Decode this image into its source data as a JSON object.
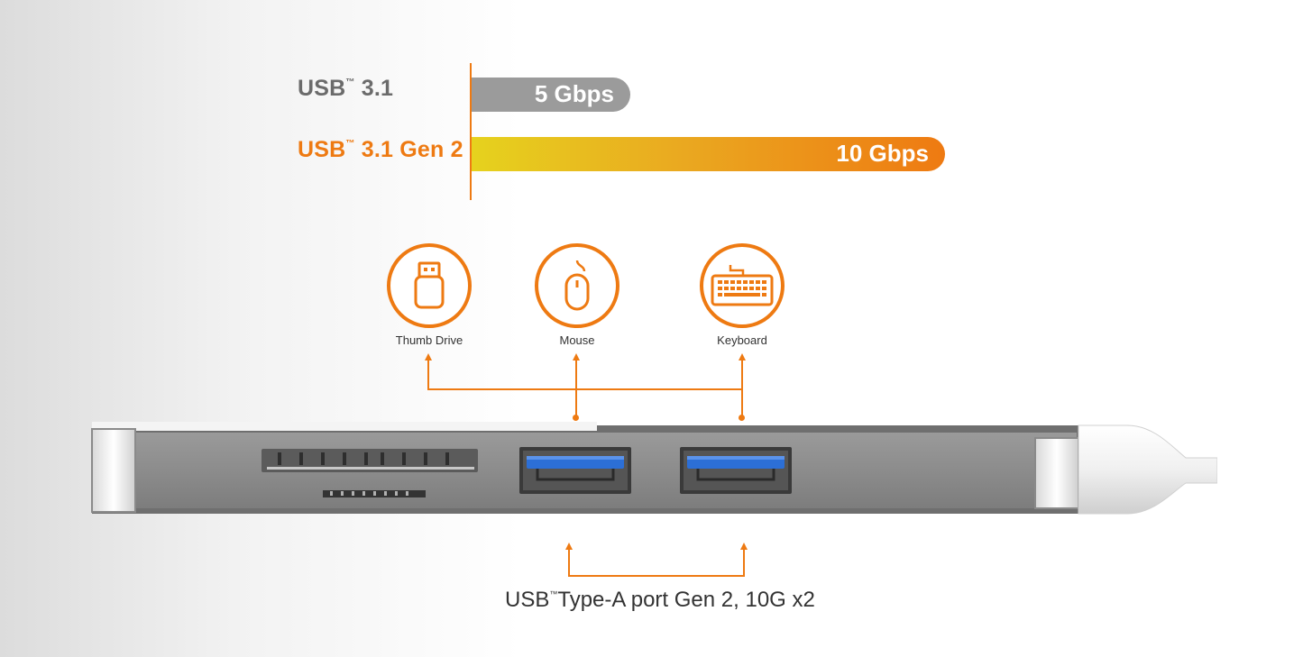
{
  "speed_chart": {
    "rows": [
      {
        "label": "USB",
        "tm": "™",
        "version": " 3.1",
        "value_label": "5 Gbps",
        "value": 5
      },
      {
        "label": "USB",
        "tm": "™",
        "version": " 3.1 Gen 2",
        "value_label": "10 Gbps",
        "value": 10
      }
    ],
    "max_value": 10
  },
  "devices": [
    {
      "name": "Thumb Drive",
      "icon": "usb-drive-icon"
    },
    {
      "name": "Mouse",
      "icon": "mouse-icon"
    },
    {
      "name": "Keyboard",
      "icon": "keyboard-icon"
    }
  ],
  "port_caption": {
    "prefix": "USB",
    "tm": "™",
    "text": "Type-A port Gen 2, 10G x2"
  },
  "colors": {
    "accent": "#ee7a12",
    "bar_gray": "#9b9b9b",
    "bar_gradient_start": "#e6d21e",
    "hub_gray": "#8a8a8a",
    "port_blue": "#2c6fd6"
  }
}
